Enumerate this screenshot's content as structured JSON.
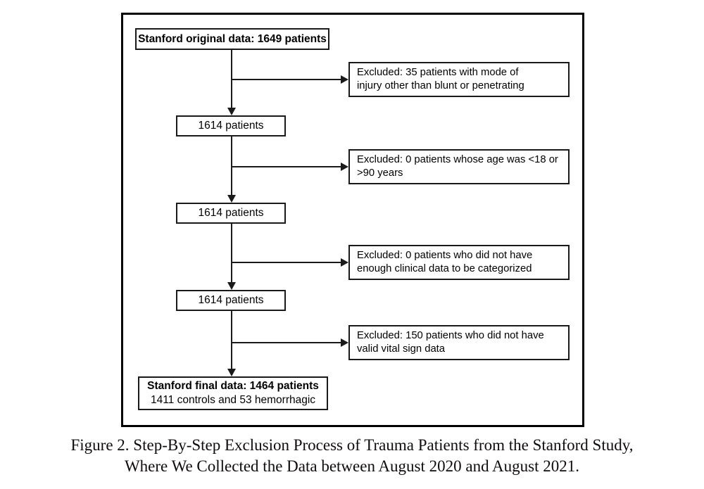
{
  "figure": {
    "caption_lines": [
      "Figure 2.  Step-By-Step Exclusion Process of Trauma Patients from the Stanford Study,",
      "Where We Collected the Data between August 2020 and August 2021."
    ],
    "colors": {
      "line": "#1a1a1a",
      "frame": "#000000",
      "background": "#ffffff",
      "text": "#000000"
    }
  },
  "chart_data": {
    "type": "diagram",
    "title": "Step-By-Step Exclusion Process of Trauma Patients from the Stanford Study",
    "nodes": [
      {
        "id": "start",
        "kind": "main",
        "lines": [
          {
            "text": "Stanford original data: 1649 patients",
            "bold": true
          }
        ],
        "count": 1649
      },
      {
        "id": "stage1",
        "kind": "main",
        "lines": [
          {
            "text": "1614 patients",
            "bold": false
          }
        ],
        "count": 1614
      },
      {
        "id": "stage2",
        "kind": "main",
        "lines": [
          {
            "text": "1614 patients",
            "bold": false
          }
        ],
        "count": 1614
      },
      {
        "id": "stage3",
        "kind": "main",
        "lines": [
          {
            "text": "1614 patients",
            "bold": false
          }
        ],
        "count": 1614
      },
      {
        "id": "final",
        "kind": "main",
        "lines": [
          {
            "text": "Stanford final data: 1464 patients",
            "bold": true
          },
          {
            "text": "1411 controls and 53 hemorrhagic",
            "bold": false
          }
        ],
        "count": 1464,
        "controls": 1411,
        "hemorrhagic": 53
      }
    ],
    "exclusions": [
      {
        "id": "exclude1",
        "excluded_count": 35,
        "lines": [
          {
            "text": "Excluded: 35 patients with mode of",
            "bold": false
          },
          {
            "text": "injury other than blunt or penetrating",
            "bold": false
          }
        ]
      },
      {
        "id": "exclude2",
        "excluded_count": 0,
        "lines": [
          {
            "text": "Excluded: 0 patients whose age was <18 or",
            "bold": false
          },
          {
            "text": ">90 years",
            "bold": false
          }
        ]
      },
      {
        "id": "exclude3",
        "excluded_count": 0,
        "lines": [
          {
            "text": "Excluded: 0 patients who did not have",
            "bold": false
          },
          {
            "text": "enough clinical data to be categorized",
            "bold": false
          }
        ]
      },
      {
        "id": "exclude4",
        "excluded_count": 150,
        "lines": [
          {
            "text": "Excluded: 150 patients who did not have",
            "bold": false
          },
          {
            "text": "valid vital sign data",
            "bold": false
          }
        ]
      }
    ]
  }
}
